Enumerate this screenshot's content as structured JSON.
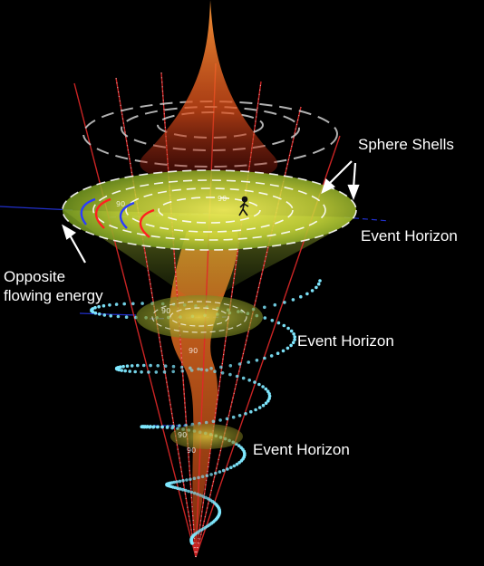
{
  "labels": {
    "sphere_shells": "Sphere Shells",
    "event_horizon_top": "Event Horizon",
    "event_horizon_mid": "Event Horizon",
    "event_horizon_low": "Event Horizon",
    "opposite_line1": "Opposite",
    "opposite_line2": "flowing energy"
  },
  "degree_marks": [
    "90",
    "90",
    "90",
    "90",
    "90",
    "90"
  ],
  "colors": {
    "background": "#000000",
    "cone_green": "#9acd32",
    "cone_yellow": "#e8e54a",
    "vortex_orange": "#ff7a1a",
    "vortex_red": "#c81e1e",
    "radial_lines": "#e02828",
    "helix_cyan": "#7fe8ff",
    "axis_blue": "#2a3cff",
    "label_text": "#ffffff"
  }
}
